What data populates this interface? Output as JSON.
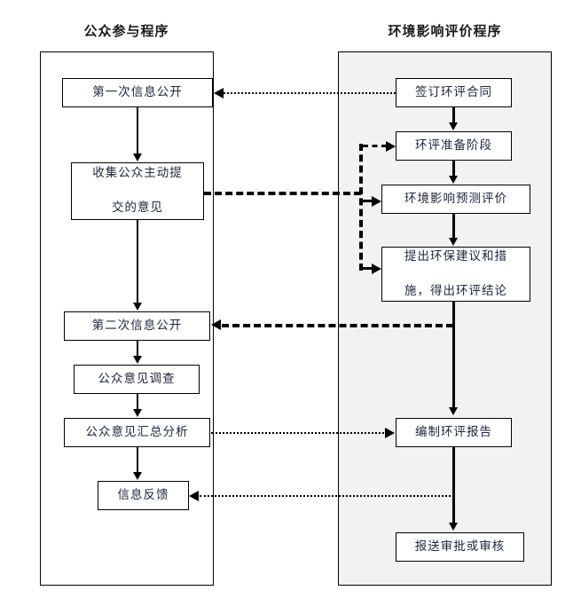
{
  "diagram": {
    "title_left": "公众参与程序",
    "title_right": "环境影响评价程序",
    "left_nodes": [
      {
        "id": "first-disclosure",
        "label": "第一次信息公开"
      },
      {
        "id": "collect-opinions",
        "label": "收集公众主动提交的意见"
      },
      {
        "id": "second-disclosure",
        "label": "第二次信息公开"
      },
      {
        "id": "opinion-survey",
        "label": "公众意见调查"
      },
      {
        "id": "opinion-analysis",
        "label": "公众意见汇总分析"
      },
      {
        "id": "feedback",
        "label": "信息反馈"
      }
    ],
    "right_nodes": [
      {
        "id": "sign-contract",
        "label": "签订环评合同"
      },
      {
        "id": "prep-stage",
        "label": "环评准备阶段"
      },
      {
        "id": "impact-prediction",
        "label": "环境影响预测评价"
      },
      {
        "id": "suggestions",
        "label": "提出环保建议和措施，得出环评结论"
      },
      {
        "id": "compile-report",
        "label": "编制环评报告"
      },
      {
        "id": "submit-approval",
        "label": "报送审批或审核"
      }
    ],
    "left_node_lines": {
      "collect-opinions": [
        "收集公众主动提",
        "交的意见"
      ]
    },
    "right_node_lines": {
      "suggestions": [
        "提出环保建议和措",
        "施，得出环评结论"
      ]
    },
    "colors": {
      "panel_right_fill": "#f2f2f2",
      "panel_left_fill": "#ffffff",
      "node_fill": "#ffffff",
      "stroke": "#000000",
      "text": "#20283a"
    }
  }
}
